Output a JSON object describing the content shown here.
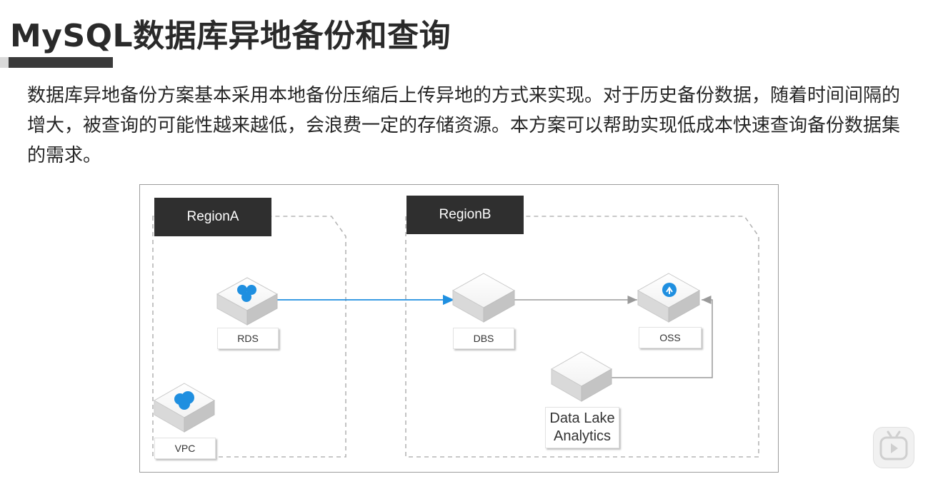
{
  "slide": {
    "title": "MySQL数据库异地备份和查询",
    "description": "数据库异地备份方案基本采用本地备份压缩后上传异地的方式来实现。对于历史备份数据，随着时间间隔的增大，被查询的可能性越来越低，会浪费一定的存储资源。本方案可以帮助实现低成本快速查询备份数据集的需求。"
  },
  "diagram": {
    "regions": [
      {
        "label": "RegionA"
      },
      {
        "label": "RegionB"
      }
    ],
    "nodes": {
      "rds": "RDS",
      "dbs": "DBS",
      "oss": "OSS",
      "vpc": "VPC",
      "dla_line1": "Data Lake",
      "dla_line2": "Analytics"
    },
    "colors": {
      "accent_blue": "#1f8fe0",
      "region_label_bg": "#2f2f2f",
      "dashed_border": "#b5b5b5"
    }
  },
  "player": {
    "play_icon": "play-icon"
  }
}
